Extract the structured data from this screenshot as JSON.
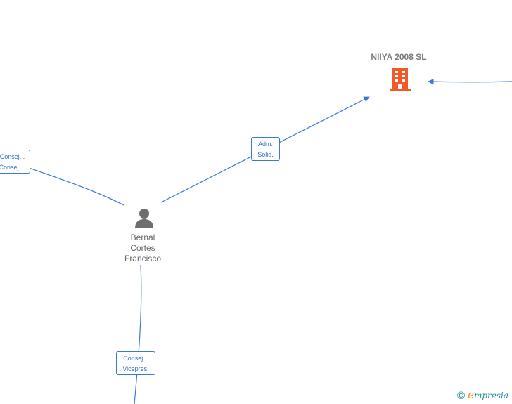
{
  "company": {
    "name": "NIIYA 2008  SL",
    "icon": "building-icon",
    "color": "#f05a28"
  },
  "person": {
    "name_lines": [
      "Bernal",
      "Cortes",
      "Francisco"
    ],
    "icon": "person-icon",
    "color": "#6e6e6e"
  },
  "edges": [
    {
      "label_lines": [
        "Adm.",
        "Solid."
      ]
    },
    {
      "label_lines": [
        "Consej. .",
        "Consej...."
      ]
    },
    {
      "label_lines": [
        "Consej. .",
        "Vicepres."
      ]
    }
  ],
  "edge_color": "#3b78d8",
  "brand": {
    "copyright": "©",
    "first_letter": "e",
    "rest": "mpresia"
  }
}
